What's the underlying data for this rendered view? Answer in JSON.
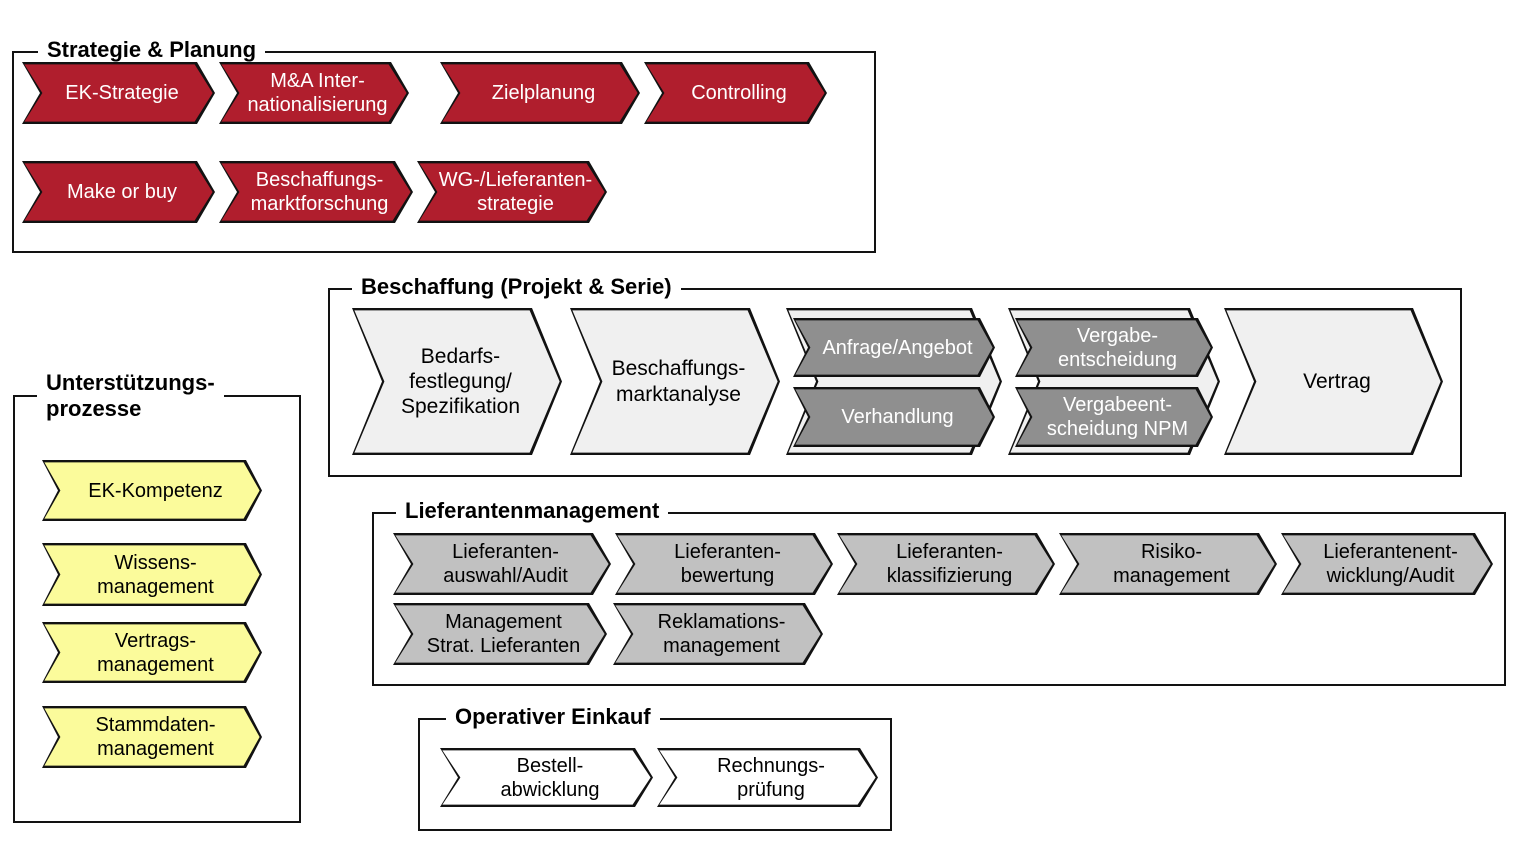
{
  "colors": {
    "arrow_red": "#B01E2D",
    "arrow_yellow": "#FBFB9B",
    "arrow_light_gray": "#F0F0F0",
    "arrow_dark_gray": "#8F8F8F",
    "arrow_medium_gray": "#C1C1C1",
    "arrow_white": "#FFFFFF",
    "outline": "#121212",
    "text_light": "#FFFFFF",
    "text_dark": "#000000"
  },
  "groups": {
    "strategie": {
      "title": "Strategie & Planung",
      "row1": [
        "EK-Strategie",
        "M&A Inter-\nnationalisierung",
        "Zielplanung",
        "Controlling"
      ],
      "row2": [
        "Make or buy",
        "Beschaffungs-\nmarktforschung",
        "WG-/Lieferanten-\nstrategie"
      ]
    },
    "beschaffung": {
      "title": "Beschaffung (Projekt & Serie)",
      "stages": [
        "Bedarfs-\nfestlegung/\nSpezifikation",
        "Beschaffungs-\nmarktanalyse",
        "Vertrag"
      ],
      "nested": [
        [
          "Anfrage/Angebot",
          "Verhandlung"
        ],
        [
          "Vergabe-\nentscheidung",
          "Vergabeent-\nscheidung NPM"
        ]
      ]
    },
    "unterstuetzung": {
      "title": "Unterstützungs-\nprozesse",
      "items": [
        "EK-Kompetenz",
        "Wissens-\nmanagement",
        "Vertrags-\nmanagement",
        "Stammdaten-\nmanagement"
      ]
    },
    "lieferanten": {
      "title": "Lieferantenmanagement",
      "row1": [
        "Lieferanten-\nauswahl/Audit",
        "Lieferanten-\nbewertung",
        "Lieferanten-\nklassifizierung",
        "Risiko-\nmanagement",
        "Lieferantenent-\nwicklung/Audit"
      ],
      "row2": [
        "Management\nStrat. Lieferanten",
        "Reklamations-\nmanagement"
      ]
    },
    "operativ": {
      "title": "Operativer Einkauf",
      "items": [
        "Bestell-\nabwicklung",
        "Rechnungs-\nprüfung"
      ]
    }
  }
}
